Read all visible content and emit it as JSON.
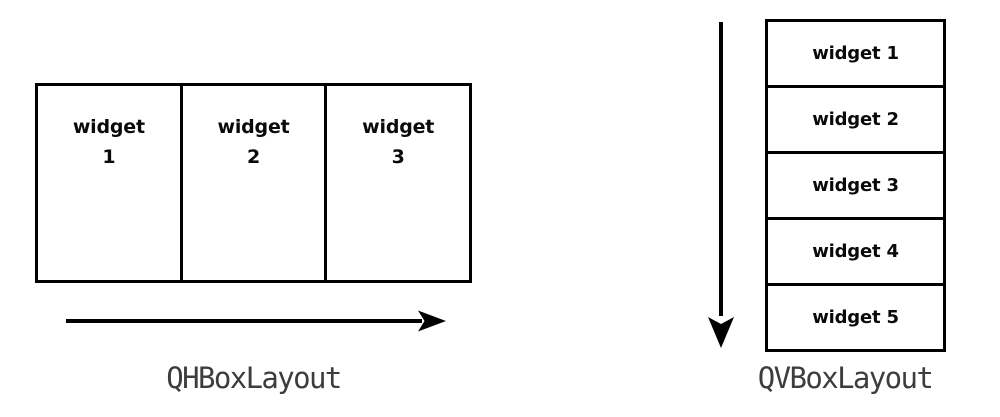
{
  "diagram": {
    "title": "Qt box layout comparison diagram",
    "background_color": "#ffffff",
    "stroke_color": "#000000",
    "caption_color": "#3d3d3d",
    "widget_text_color": "#0a0a0a"
  },
  "hbox": {
    "caption": "QHBoxLayout",
    "arrow_direction": "right",
    "arrow_icon_name": "arrow-right-icon",
    "cells": [
      {
        "label": "widget\n1"
      },
      {
        "label": "widget\n2"
      },
      {
        "label": "widget\n3"
      }
    ]
  },
  "vbox": {
    "caption": "QVBoxLayout",
    "arrow_direction": "down",
    "arrow_icon_name": "arrow-down-icon",
    "cells": [
      {
        "label": "widget 1"
      },
      {
        "label": "widget 2"
      },
      {
        "label": "widget 3"
      },
      {
        "label": "widget 4"
      },
      {
        "label": "widget 5"
      }
    ]
  }
}
